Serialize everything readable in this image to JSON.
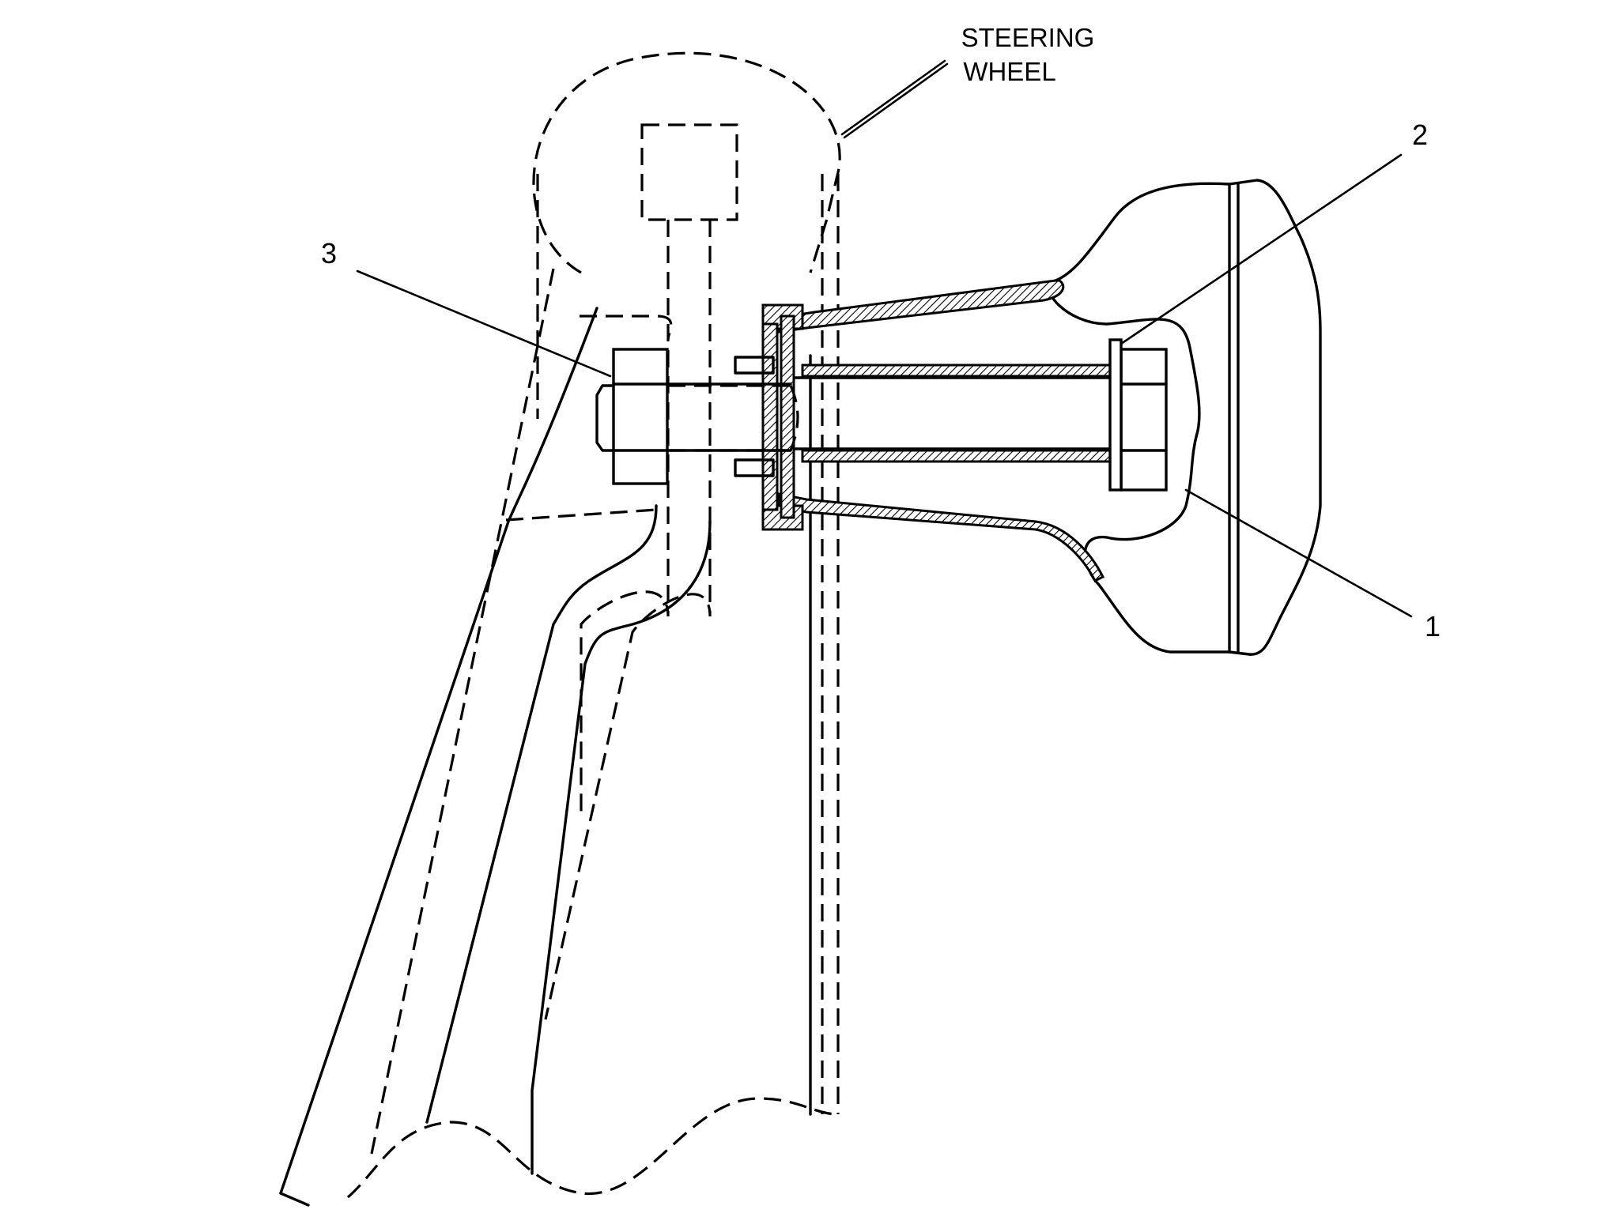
{
  "labels": {
    "steering_wheel_line1": "STEERING",
    "steering_wheel_line2": "WHEEL",
    "callout_1": "1",
    "callout_2": "2",
    "callout_3": "3"
  }
}
